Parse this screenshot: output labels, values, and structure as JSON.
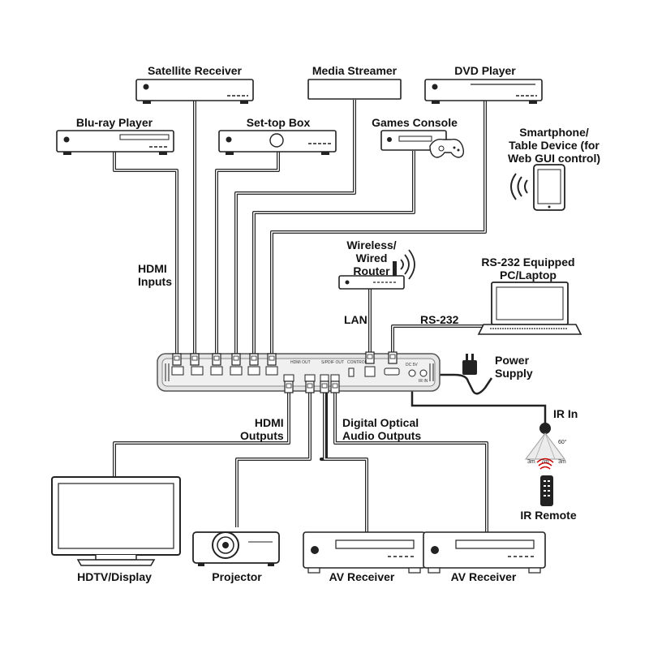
{
  "labels": {
    "satellite_receiver": "Satellite Receiver",
    "media_streamer": "Media Streamer",
    "dvd_player": "DVD Player",
    "bluray_player": "Blu-ray Player",
    "settop_box": "Set-top Box",
    "games_console": "Games Console",
    "smartphone": [
      "Smartphone/",
      "Table Device (for",
      "Web GUI control)"
    ],
    "router": [
      "Wireless/",
      "Wired",
      "Router"
    ],
    "pc_laptop": [
      "RS-232 Equipped",
      "PC/Laptop"
    ],
    "hdmi_inputs": [
      "HDMI",
      "Inputs"
    ],
    "lan": "LAN",
    "rs232": "RS-232",
    "power_supply": [
      "Power",
      "Supply"
    ],
    "ir_in": "IR In",
    "hdmi_outputs": [
      "HDMI",
      "Outputs"
    ],
    "optical_outputs": [
      "Digital Optical",
      "Audio Outputs"
    ],
    "ir_remote": "IR Remote",
    "hdtv": "HDTV/Display",
    "projector": "Projector",
    "av_receiver_1": "AV Receiver",
    "av_receiver_2": "AV Receiver"
  },
  "device_panel": {
    "hdmi_out_label": "HDMI OUT",
    "spdif_label": "S/PDIF OUT",
    "lan_label": "CONTROL",
    "dc_label": "DC 5V",
    "ir_label": "IR IN"
  },
  "ir_sensor": {
    "angle": "60°",
    "left_range": "3m",
    "center_range": "7m",
    "right_range": "3m"
  },
  "colors": {
    "line": "#222222",
    "panel": "#e5e5e5",
    "panel_border": "#555555"
  }
}
